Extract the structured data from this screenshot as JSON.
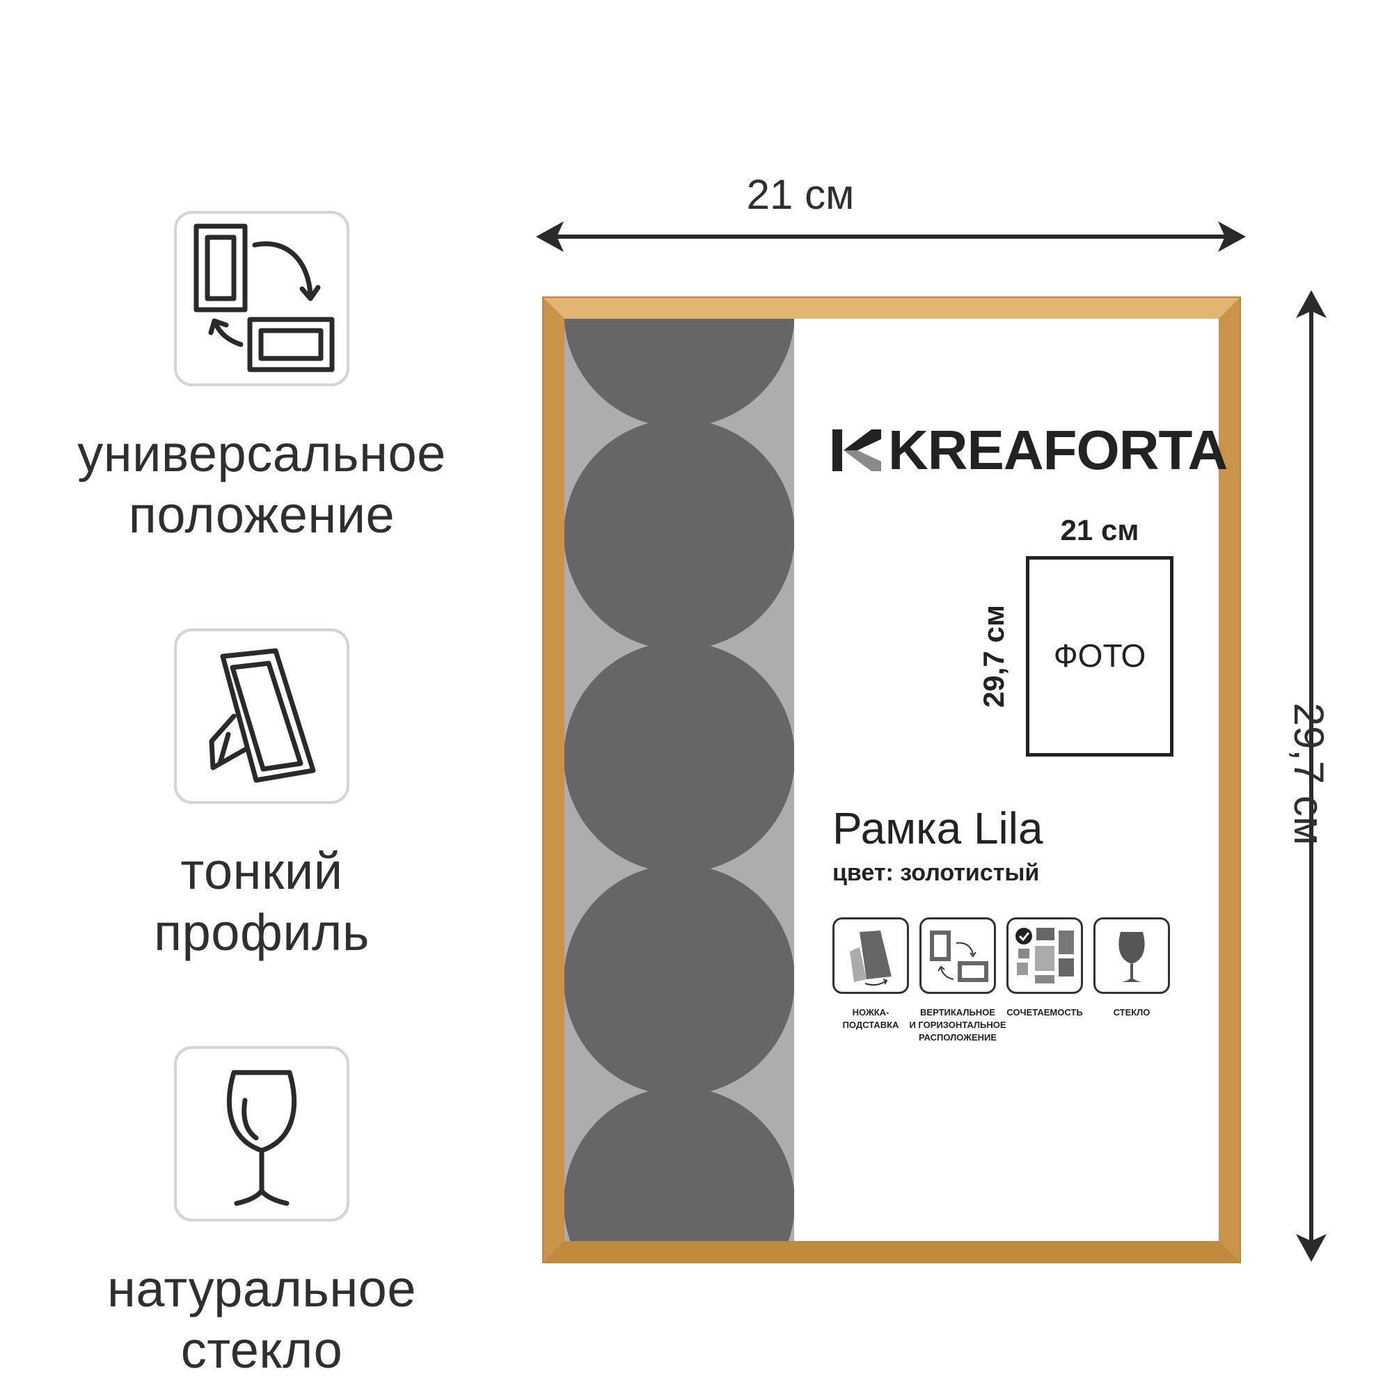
{
  "features": [
    {
      "icon": "rotate-frame-icon",
      "lines": [
        "универсальное",
        "положение"
      ]
    },
    {
      "icon": "stand-frame-icon",
      "lines": [
        "тонкий",
        "профиль"
      ]
    },
    {
      "icon": "wine-glass-icon",
      "lines": [
        "натуральное",
        "стекло"
      ]
    }
  ],
  "dimensions": {
    "width": "21 см",
    "height": "29,7 см"
  },
  "insert": {
    "brand": "KREAFORTA",
    "photo_width": "21 см",
    "photo_height": "29,7 см",
    "photo_label": "ФОТО",
    "title": "Рамка Lila",
    "color": "цвет: золотистый",
    "icons": [
      {
        "icon": "stand-icon",
        "lines": [
          "НОЖКА-",
          "ПОДСТАВКА"
        ]
      },
      {
        "icon": "orientation-icon",
        "lines": [
          "ВЕРТИКАЛЬНОЕ",
          "И ГОРИЗОНТАЛЬНОЕ",
          "РАСПОЛОЖЕНИЕ"
        ]
      },
      {
        "icon": "combination-icon",
        "lines": [
          "СОЧЕТАЕМОСТЬ"
        ]
      },
      {
        "icon": "glass-icon",
        "lines": [
          "СТЕКЛО"
        ]
      }
    ]
  },
  "colors": {
    "frame": "#d7a55c",
    "pattern_dark": "#666666",
    "pattern_light": "#adadad",
    "text": "#2f2f2f"
  }
}
